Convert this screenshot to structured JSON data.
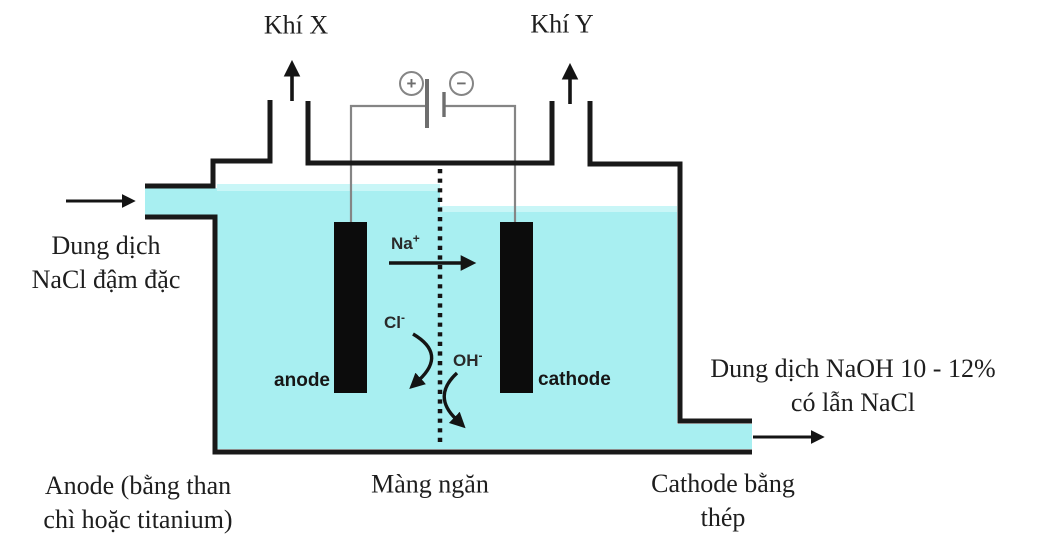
{
  "diagram": {
    "title_hint": "Electrolysis of concentrated NaCl solution (membrane cell)",
    "gas_x_label": "Khí X",
    "gas_y_label": "Khí Y",
    "battery": {
      "positive": "+",
      "negative": "−"
    },
    "feed_label": {
      "line1": "Dung dịch",
      "line2": "NaCl đậm đặc"
    },
    "product_label": {
      "line1": "Dung dịch NaOH 10 - 12%",
      "line2": "có lẫn NaCl"
    },
    "anode_caption": {
      "line1": "Anode (bằng than",
      "line2": "chì hoặc titanium)"
    },
    "membrane_caption": "Màng ngăn",
    "cathode_caption": {
      "line1": "Cathode bằng",
      "line2": "thép"
    },
    "electrode_labels": {
      "anode": "anode",
      "cathode": "cathode"
    },
    "ions": {
      "na": {
        "symbol": "Na",
        "charge": "+"
      },
      "cl": {
        "symbol": "Cl",
        "charge": "-"
      },
      "oh": {
        "symbol": "OH",
        "charge": "-"
      }
    },
    "colors": {
      "liquid": "#a8eff1",
      "liquid_surface": "#c9f6f7",
      "wall": "#191919",
      "electrode": "#0c0c0c",
      "wire": "#858585",
      "text": "#1e1e1e"
    }
  }
}
